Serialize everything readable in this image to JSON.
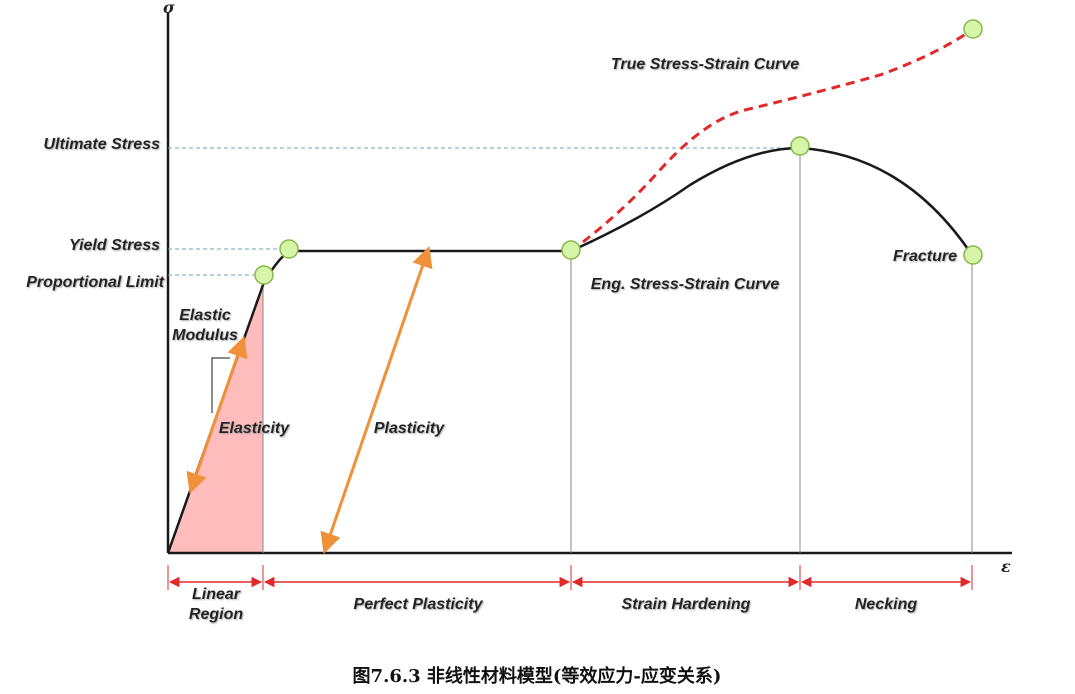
{
  "axes": {
    "y_symbol": "σ",
    "x_symbol": "ε"
  },
  "stress_levels": {
    "ultimate": "Ultimate Stress",
    "yield": "Yield Stress",
    "proportional": "Proportional Limit"
  },
  "annotations": {
    "elastic_modulus_line1": "Elastic",
    "elastic_modulus_line2": "Modulus",
    "elasticity": "Elasticity",
    "plasticity": "Plasticity",
    "true_curve": "True Stress-Strain Curve",
    "eng_curve": "Eng. Stress-Strain Curve",
    "fracture": "Fracture"
  },
  "regions": {
    "linear_line1": "Linear",
    "linear_line2": "Region",
    "perfect_plasticity": "Perfect Plasticity",
    "strain_hardening": "Strain Hardening",
    "necking": "Necking"
  },
  "caption": "图7.6.3  非线性材料模型(等效应力-应变关系)",
  "colors": {
    "curve": "#1a1a1a",
    "true_curve": "#e02a2a",
    "arrow": "#f0913a",
    "elastic_fill": "#ffbcbc",
    "marker_fill": "#d6f5a8",
    "marker_stroke": "#86b84a",
    "guide": "#6aa9b8",
    "region_arrow": "#e02a2a"
  }
}
